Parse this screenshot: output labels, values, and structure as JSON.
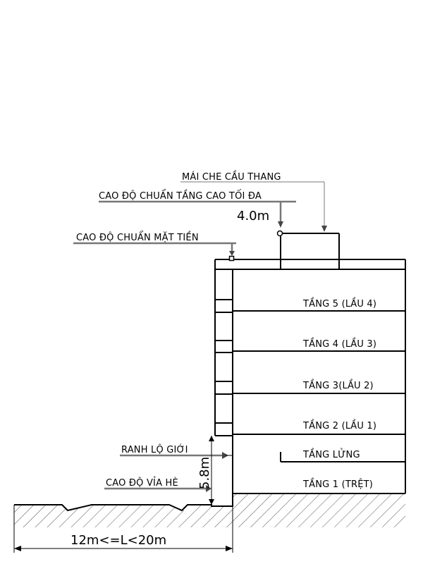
{
  "labels": {
    "stair_roof": "MÁI CHE CẦU THANG",
    "max_height": "CAO ĐỘ CHUẨN TẦNG CAO TỐI ĐA",
    "facade_height": "CAO ĐỘ CHUẨN MẶT TIỀN",
    "setback_line": "RANH LỘ GIỚI",
    "sidewalk_level": "CAO ĐỘ VỈA HÈ"
  },
  "dimensions": {
    "setback_dim": "4.0m",
    "first_height": "5.8m",
    "street_width": "12m<=L<20m"
  },
  "floors": [
    "TẦNG 5 (LẦU 4)",
    "TẦNG 4 (LẦU 3)",
    "TẦNG 3(LẦU 2)",
    "TẦNG 2 (LẦU 1)",
    "TẦNG LỬNG",
    "TẦNG 1 (TRỆT)"
  ]
}
